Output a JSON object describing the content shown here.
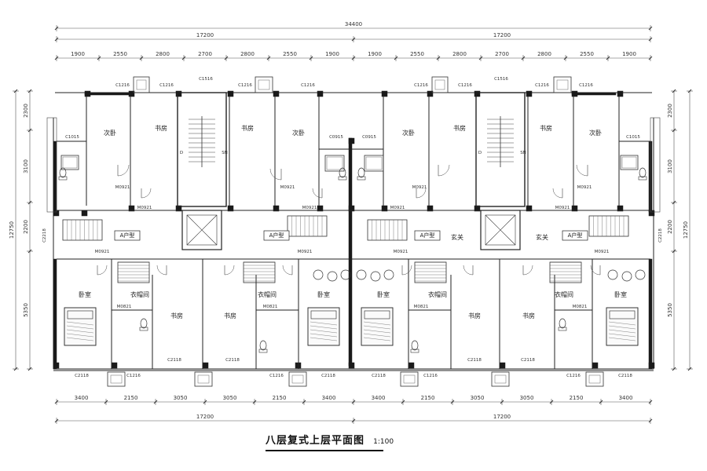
{
  "title": "八层复式上层平面图",
  "scale": "1:100",
  "dims": {
    "total": "34400",
    "half": "17200",
    "top_row": [
      "1900",
      "2550",
      "2800",
      "2700",
      "2800",
      "2550",
      "1900",
      "1900",
      "2550",
      "2800",
      "2700",
      "2800",
      "2550",
      "1900"
    ],
    "bottom_row": [
      "3400",
      "2150",
      "3050",
      "3050",
      "2150",
      "3400",
      "3400",
      "2150",
      "3050",
      "3050",
      "2150",
      "3400"
    ],
    "left_side": [
      "2300",
      "3100",
      "2200",
      "5350"
    ],
    "left_total": "12750",
    "right_side": [
      "2300",
      "3100",
      "2200",
      "5350"
    ],
    "right_total": "12750"
  },
  "rooms": {
    "ciwo": "次卧",
    "shufang": "书房",
    "woshi": "卧室",
    "yimaojian": "衣帽间",
    "xuanguan": "玄关",
    "unit_type": "A户型"
  },
  "codes": {
    "c1216": "C1216",
    "c1516": "C1516",
    "c1015": "C1015",
    "c0915": "C0915",
    "c2118": "C2118",
    "c2218": "C2218",
    "m0921": "M0921",
    "m0821": "M0821",
    "sn": "SN",
    "d": "D"
  }
}
